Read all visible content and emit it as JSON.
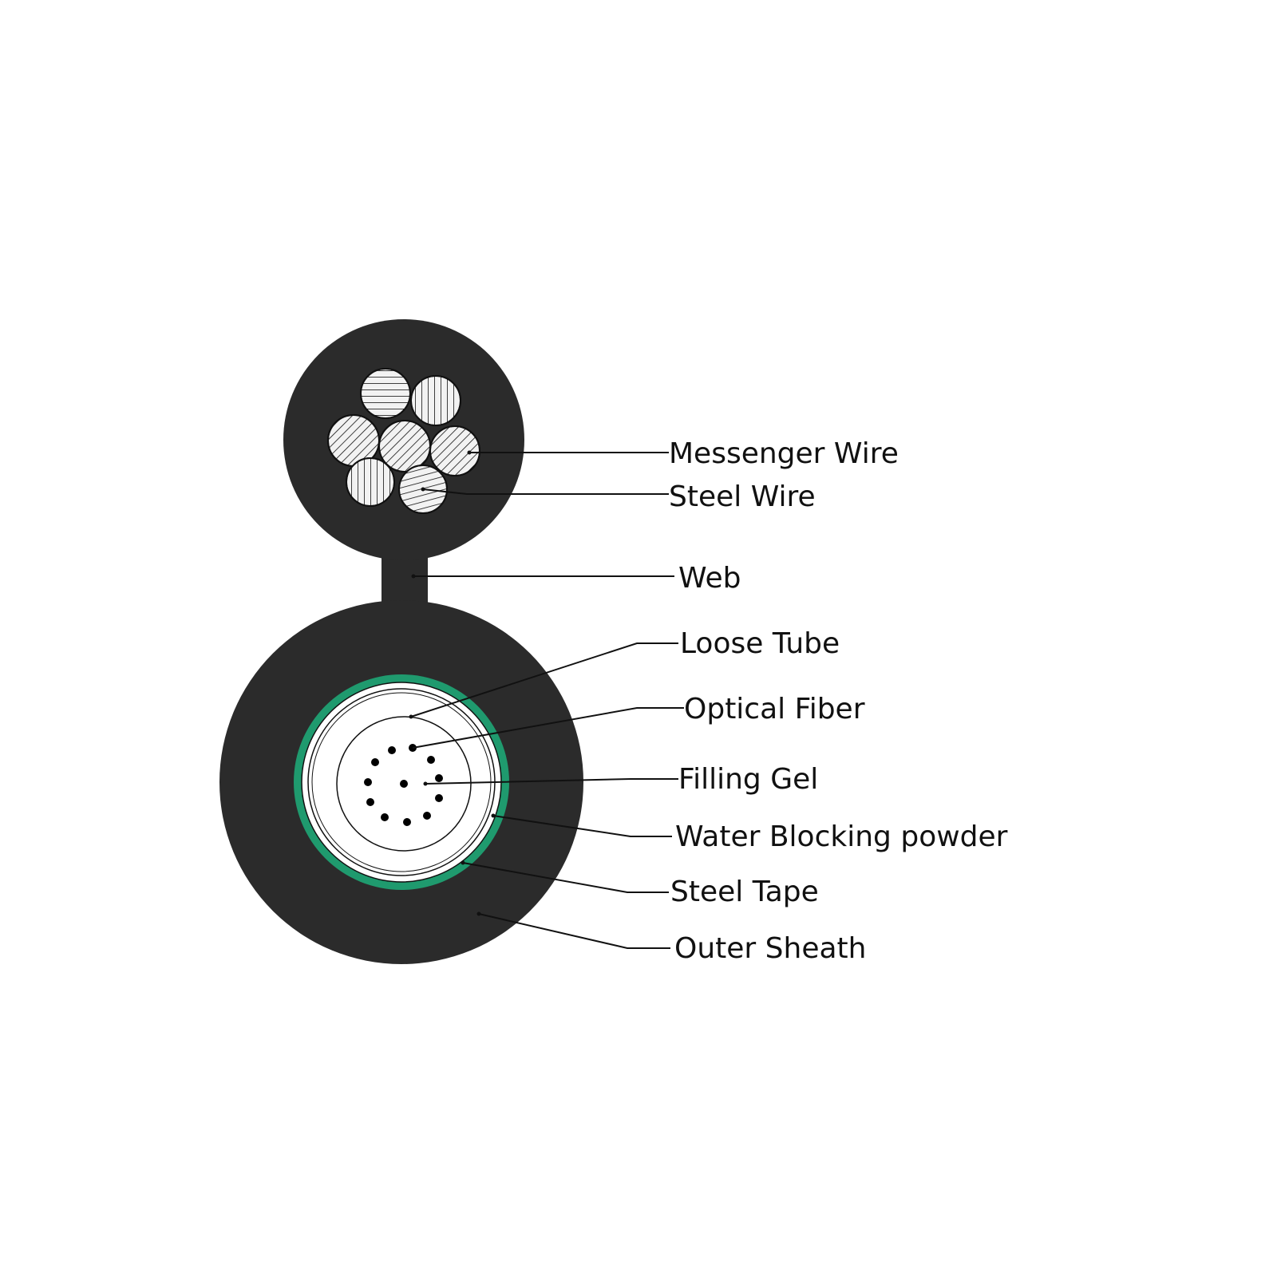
{
  "colors": {
    "sheath": "#2b2b2b",
    "steel_tape": "#1f9a6e",
    "background": "#ffffff",
    "wire_fill": "#f2f2f2",
    "line": "#111111"
  },
  "labels": {
    "messenger_wire": "Messenger Wire",
    "steel_wire": "Steel Wire",
    "web": "Web",
    "loose_tube": "Loose Tube",
    "optical_fiber": "Optical Fiber",
    "filling_gel": "Filling Gel",
    "water_blocking_powder": "Water Blocking powder",
    "steel_tape": "Steel Tape",
    "outer_sheath": "Outer Sheath"
  }
}
